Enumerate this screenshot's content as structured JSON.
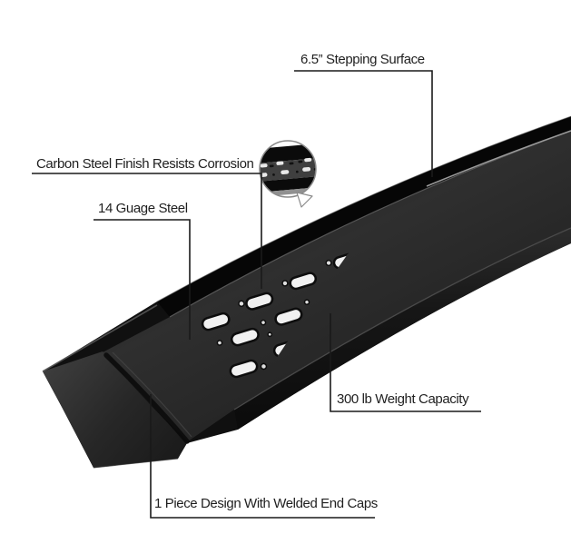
{
  "figure": {
    "type": "product-feature-diagram",
    "background_color": "#ffffff"
  },
  "annotations": [
    {
      "id": "stepping-surface",
      "label": "6.5” Stepping Surface"
    },
    {
      "id": "carbon-steel-finish",
      "label": "Carbon Steel Finish Resists Corrosion"
    },
    {
      "id": "gauge-steel",
      "label": "14 Guage Steel"
    },
    {
      "id": "weight-capacity",
      "label": "300 lb Weight Capacity"
    },
    {
      "id": "one-piece-design",
      "label": "1 Piece Design With Welded End Caps"
    }
  ],
  "icons": {
    "magnifier_detail": "zoom-detail-circle"
  },
  "colors": {
    "leader_line": "#1a1a1a",
    "label_text": "#1f1f1f",
    "board_base": "#101010",
    "back_rail": "#060606",
    "board_surface_mid": "#2e2e2e",
    "end_cap": "#2e2e2e",
    "front_face_dark": "#0c0c0c",
    "hole_bright": "#f1f1f1",
    "hole_dark": "#161616",
    "magnifier_stroke": "#8a8a8a",
    "magnifier_band_gray": "#3f3f3f"
  }
}
